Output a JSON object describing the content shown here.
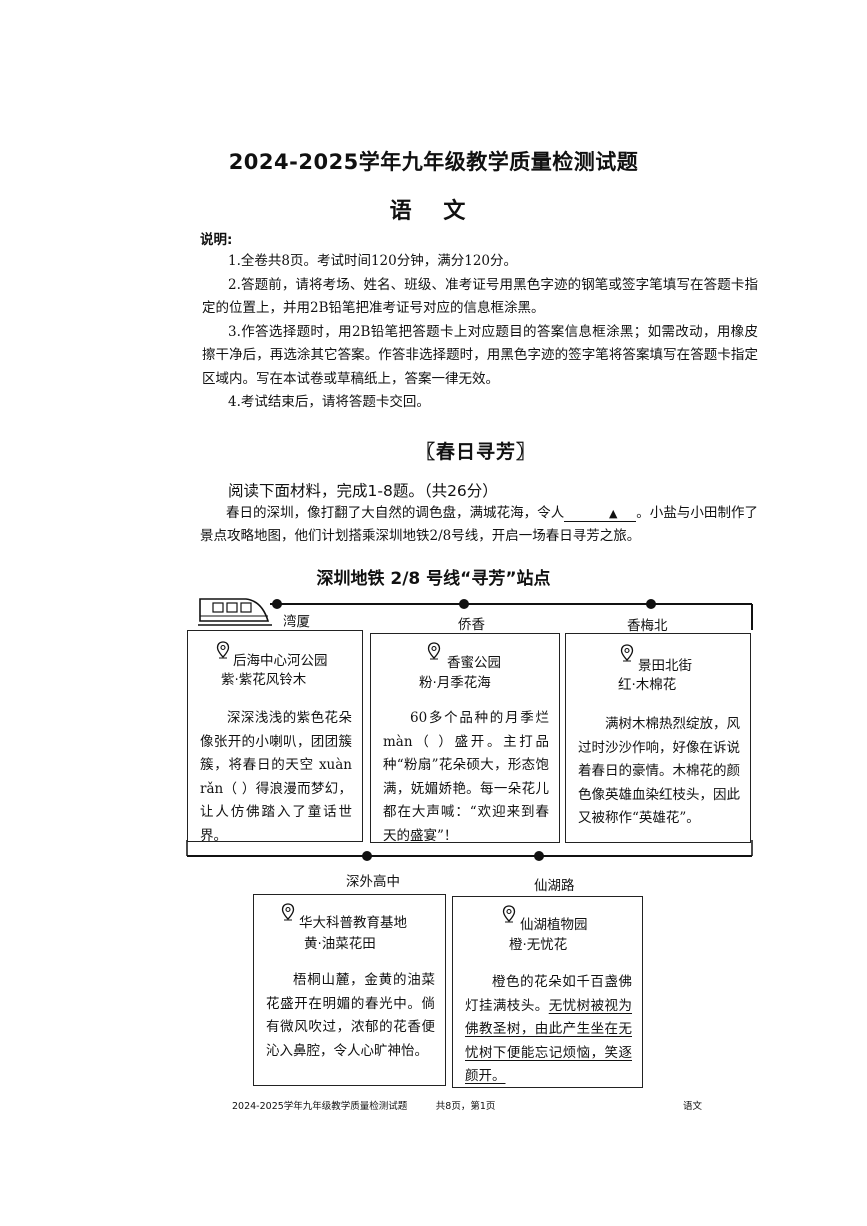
{
  "header": {
    "title": "2024-2025学年九年级教学质量检测试题",
    "subject": "语 文"
  },
  "instructions": {
    "heading": "说明:",
    "items": [
      "1.全卷共8页。考试时间120分钟，满分120分。",
      "2.答题前，请将考场、姓名、班级、准考证号用黑色字迹的钢笔或签字笔填写在答题卡指定的位置上，并用2B铅笔把准考证号对应的信息框涂黑。",
      "3.作答选择题时，用2B铅笔把答题卡上对应题目的答案信息框涂黑；如需改动，用橡皮擦干净后，再选涂其它答案。作答非选择题时，用黑色字迹的签字笔将答案填写在答题卡指定区域内。写在本试卷或草稿纸上，答案一律无效。",
      "4.考试结束后，请将答题卡交回。"
    ]
  },
  "section": {
    "title": "〖春日寻芳〗",
    "reading_heading": "阅读下面材料，完成1-8题。（共26分）",
    "intro_before": "春日的深圳，像打翻了大自然的调色盘，满城花海，令人",
    "intro_blank": "▲",
    "intro_after": "。小盐与小田制作了景点攻略地图，他们计划搭乘深圳地铁2/8号线，开启一场春日寻芳之旅。"
  },
  "map": {
    "title": "深圳地铁 2/8 号线“寻芳”站点",
    "stations": [
      "湾厦",
      "侨香",
      "香梅北",
      "深外高中",
      "仙湖路"
    ],
    "cards": [
      {
        "name": "后海中心河公园",
        "sub": "紫·紫花风铃木",
        "body": "深深浅浅的紫色花朵像张开的小喇叭，团团簇簇，将春日的天空 xuàn rǎn（    ）得浪漫而梦幻，让人仿佛踏入了童话世界。"
      },
      {
        "name": "香蜜公园",
        "sub": "粉·月季花海",
        "body": "60多个品种的月季烂 màn（  ）盛开。主打品种“粉扇”花朵硕大，形态饱满，妩媚娇艳。每一朵花儿都在大声喊：“欢迎来到春天的盛宴”！"
      },
      {
        "name": "景田北街",
        "sub": "红·木棉花",
        "body": "满树木棉热烈绽放，风过时沙沙作响，好像在诉说着春日的豪情。木棉花的颜色像英雄血染红枝头，因此又被称作“英雄花”。"
      },
      {
        "name": "华大科普教育基地",
        "sub": "黄·油菜花田",
        "body": "梧桐山麓，金黄的油菜花盛开在明媚的春光中。倘有微风吹过，浓郁的花香便沁入鼻腔，令人心旷神怡。"
      },
      {
        "name": "仙湖植物园",
        "sub": "橙·无忧花",
        "body_plain": "橙色的花朵如千百盏佛灯挂满枝头。",
        "body_underlined": "无忧树被视为佛教圣树，由此产生坐在无忧树下便能忘记烦恼，笑逐颜开。"
      }
    ]
  },
  "footer": {
    "left": "2024-2025学年九年级教学质量检测试题　　　共8页，第1页",
    "right": "语文"
  }
}
